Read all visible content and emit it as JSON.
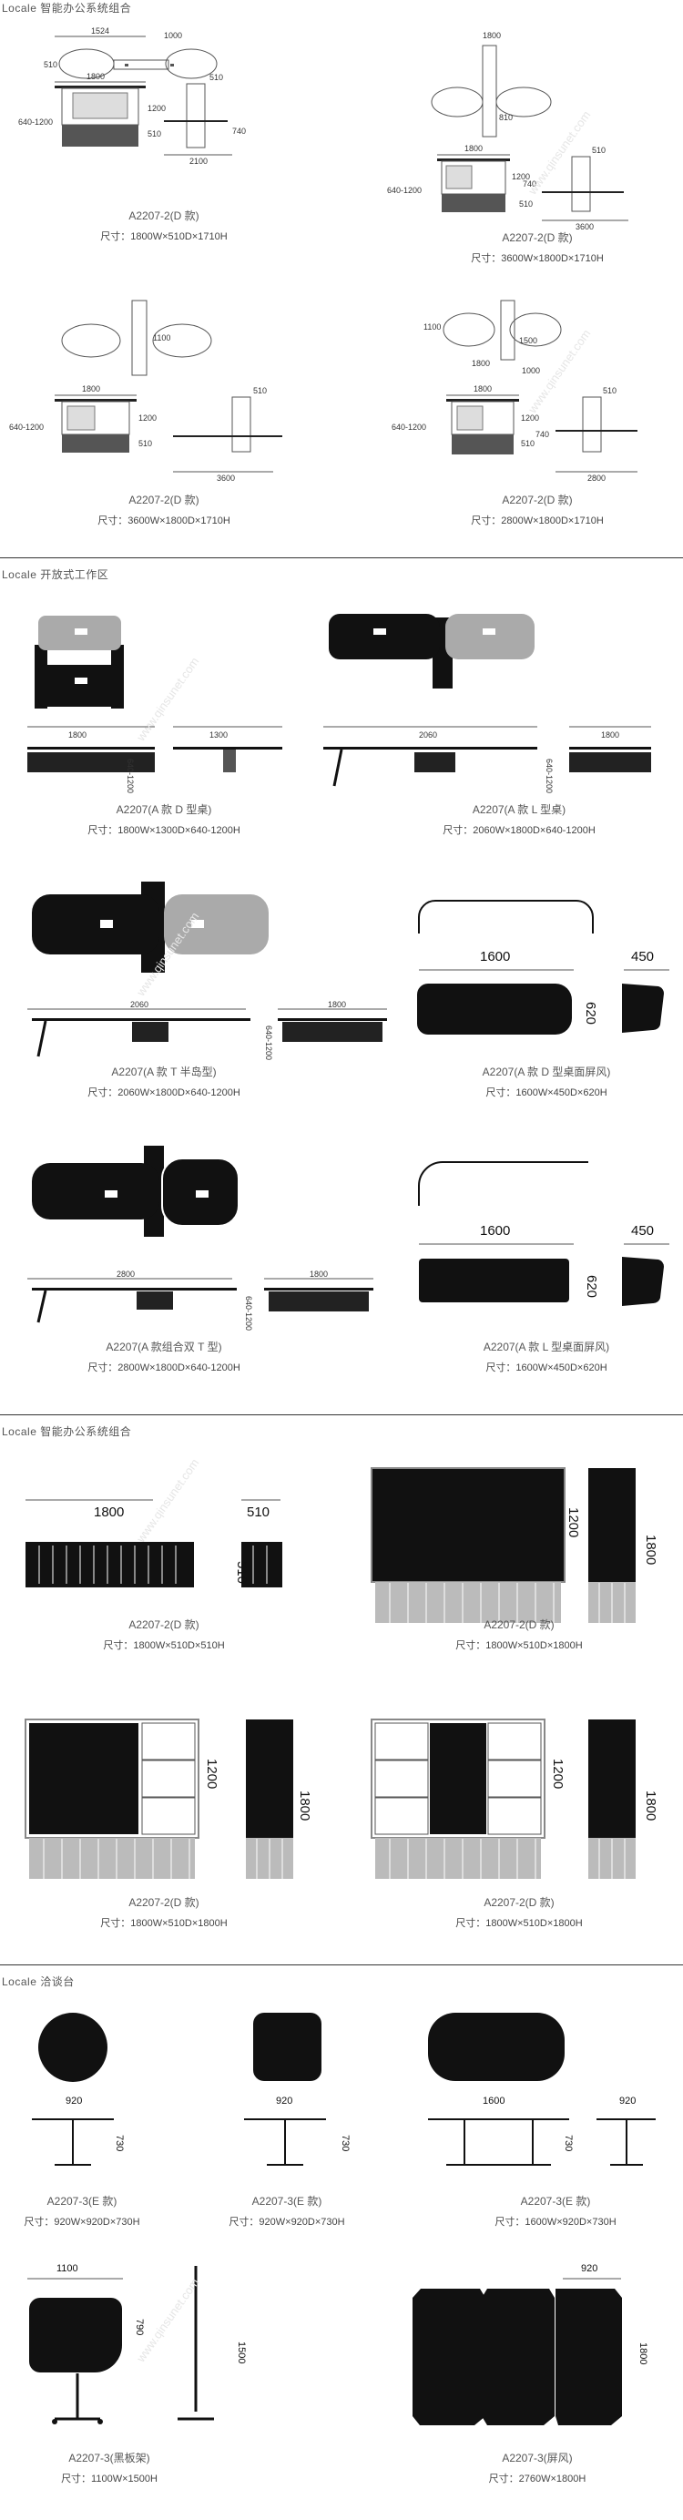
{
  "sections": [
    {
      "title": "Locale 智能办公系统组合"
    },
    {
      "title": "Locale 开放式工作区"
    },
    {
      "title": "Locale 智能办公系统组合"
    },
    {
      "title": "Locale 洽谈台"
    }
  ],
  "watermark": "www.qinsunet.com",
  "s1": {
    "items": [
      {
        "model": "A2207-2(D 款)",
        "size": "尺寸：1800W×510D×1710H",
        "dims": {
          "d1524": "1524",
          "d510": "510",
          "d1000": "1000",
          "d1800": "1800",
          "d640": "640-1200",
          "d1200": "1200",
          "d510b": "510",
          "d510c": "510",
          "d740": "740",
          "d2100": "2100"
        }
      },
      {
        "model": "A2207-2(D 款)",
        "size": "尺寸：3600W×1800D×1710H",
        "dims": {
          "d1800v": "1800",
          "d810": "810",
          "d1800": "1800",
          "d640": "640-1200",
          "d1200": "1200",
          "d510": "510",
          "d740": "740",
          "d510b": "510",
          "d3600": "3600"
        }
      },
      {
        "model": "A2207-2(D 款)",
        "size": "尺寸：3600W×1800D×1710H",
        "dims": {
          "d1100": "1100",
          "d1800": "1800",
          "d640": "640-1200",
          "d1200": "1200",
          "d510": "510",
          "d510b": "510",
          "d3600": "3600"
        }
      },
      {
        "model": "A2207-2(D 款)",
        "size": "尺寸：2800W×1800D×1710H",
        "dims": {
          "d1100": "1100",
          "d1500": "1500",
          "d1800a": "1800",
          "d1000": "1000",
          "d1800": "1800",
          "d640": "640-1200",
          "d1200": "1200",
          "d510": "510",
          "d740": "740",
          "d510b": "510",
          "d2800": "2800"
        }
      }
    ]
  },
  "s2": {
    "items": [
      {
        "model": "A2207(A 款 D 型桌)",
        "size": "尺寸：1800W×1300D×640-1200H",
        "dims": {
          "a": "1800",
          "b": "1300",
          "h": "640-1200"
        }
      },
      {
        "model": "A2207(A 款 L 型桌)",
        "size": "尺寸：2060W×1800D×640-1200H",
        "dims": {
          "a": "2060",
          "b": "1800",
          "h": "640-1200"
        }
      },
      {
        "model": "A2207(A 款 T 半岛型)",
        "size": "尺寸：2060W×1800D×640-1200H",
        "dims": {
          "a": "2060",
          "b": "1800",
          "h": "640-1200"
        }
      },
      {
        "model": "A2207(A 款 D 型桌面屏风)",
        "size": "尺寸：1600W×450D×620H",
        "dims": {
          "a": "1600",
          "b": "450",
          "h": "620"
        }
      },
      {
        "model": "A2207(A 款组合双 T 型)",
        "size": "尺寸：2800W×1800D×640-1200H",
        "dims": {
          "a": "2800",
          "b": "1800",
          "h": "640-1200"
        }
      },
      {
        "model": "A2207(A 款 L 型桌面屏风)",
        "size": "尺寸：1600W×450D×620H",
        "dims": {
          "a": "1600",
          "b": "450",
          "h": "620"
        }
      }
    ]
  },
  "s3": {
    "items": [
      {
        "model": "A2207-2(D 款)",
        "size": "尺寸：1800W×510D×510H",
        "dims": {
          "a": "1800",
          "b": "510",
          "c": "510"
        }
      },
      {
        "model": "A2207-2(D 款)",
        "size": "尺寸：1800W×510D×1800H",
        "dims": {
          "a": "1200",
          "b": "1800"
        }
      },
      {
        "model": "A2207-2(D 款)",
        "size": "尺寸：1800W×510D×1800H",
        "dims": {
          "a": "1200",
          "b": "1800"
        }
      },
      {
        "model": "A2207-2(D 款)",
        "size": "尺寸：1800W×510D×1800H",
        "dims": {
          "a": "1200",
          "b": "1800"
        }
      }
    ]
  },
  "s4": {
    "items": [
      {
        "model": "A2207-3(E 款)",
        "size": "尺寸：920W×920D×730H",
        "dims": {
          "a": "920",
          "h": "730"
        }
      },
      {
        "model": "A2207-3(E 款)",
        "size": "尺寸：920W×920D×730H",
        "dims": {
          "a": "920",
          "h": "730"
        }
      },
      {
        "model": "A2207-3(E 款)",
        "size": "尺寸：1600W×920D×730H",
        "dims": {
          "a": "1600",
          "b": "920",
          "h": "730"
        }
      },
      {
        "model": "A2207-3(黑板架)",
        "size": "尺寸：1100W×1500H",
        "dims": {
          "a": "1100",
          "b": "790",
          "h": "1500"
        }
      },
      {
        "model": "A2207-3(屏风)",
        "size": "尺寸：2760W×1800H",
        "dims": {
          "a": "920",
          "h": "1800"
        }
      }
    ]
  }
}
